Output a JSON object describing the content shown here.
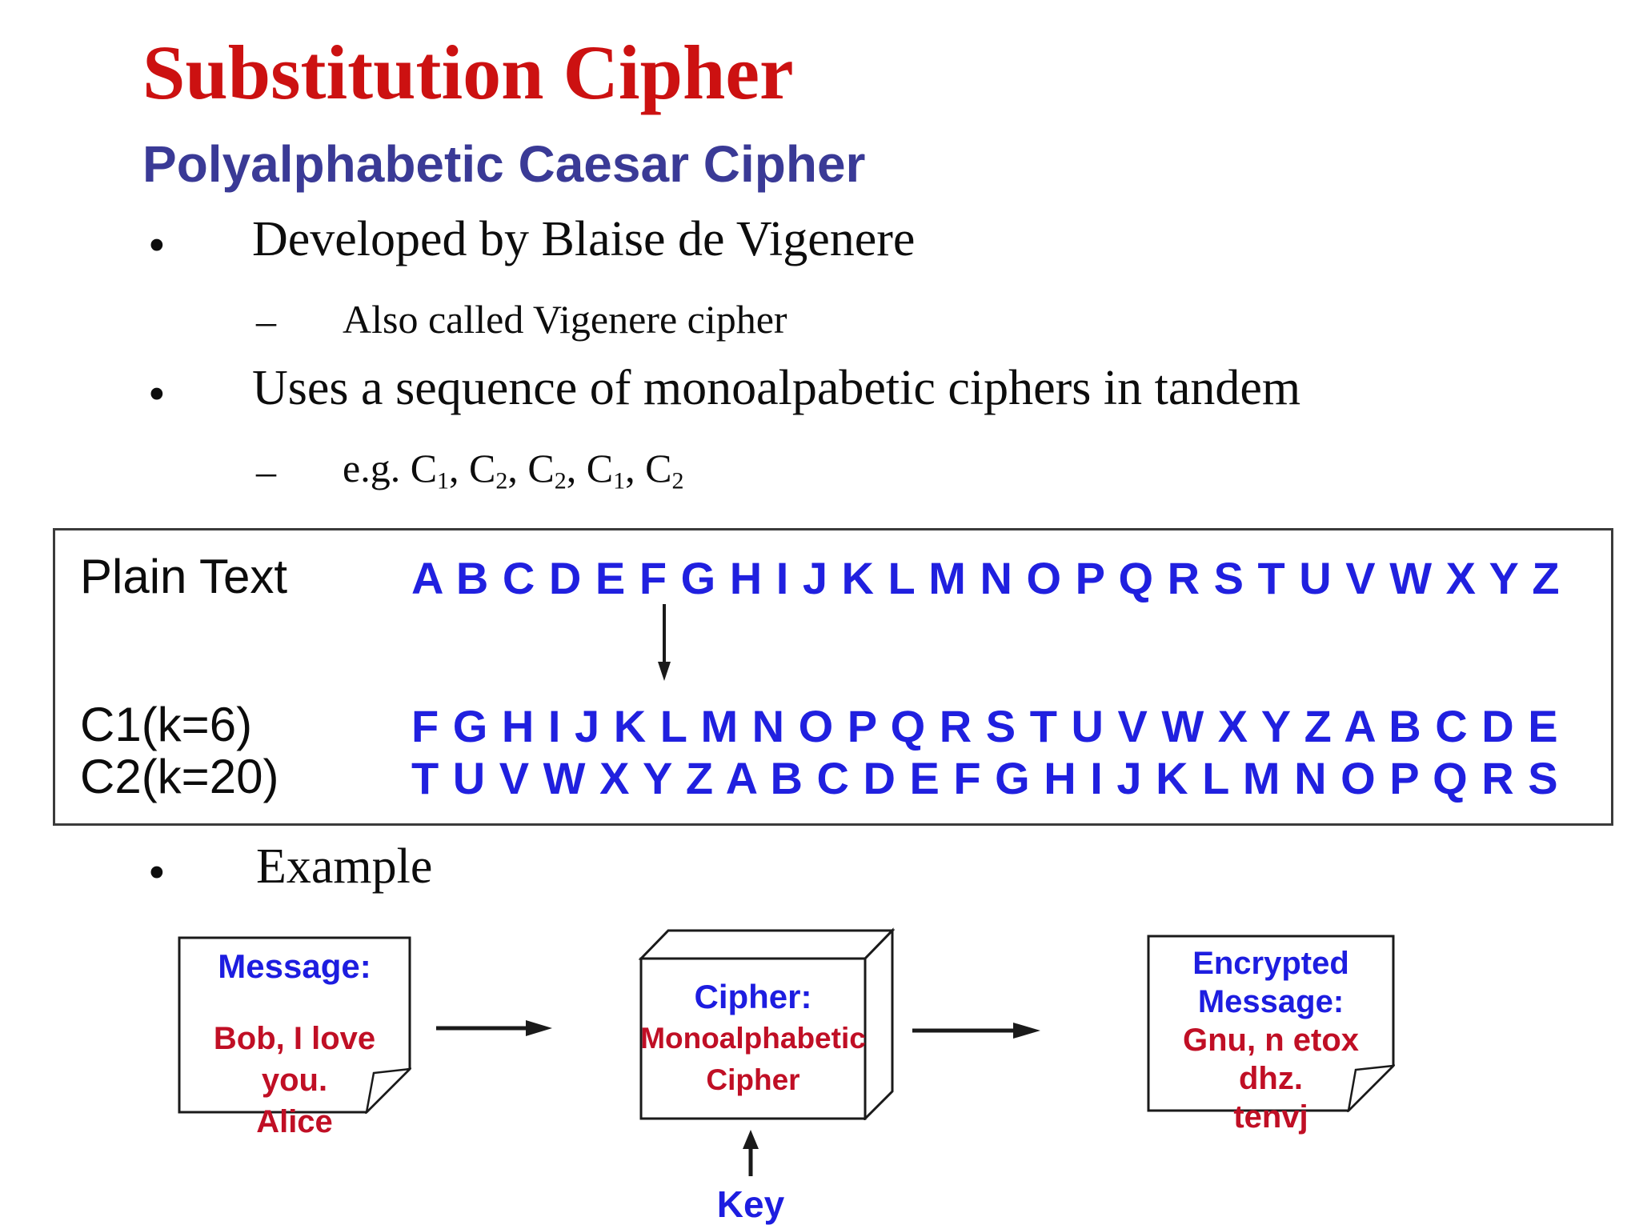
{
  "slide": {
    "title": "Substitution Cipher",
    "subtitle": "Polyalphabetic Caesar Cipher"
  },
  "markers": {
    "bullet": "•",
    "dash": "–"
  },
  "bullets": {
    "b1": "Developed by Blaise de Vigenere",
    "b1_sub": "Also called Vigenere cipher",
    "b2": "Uses a sequence of monoalpabetic ciphers in tandem",
    "b2_sub": {
      "p0": "e.g. C",
      "s0": "1",
      "p1": ", C",
      "s1": "2",
      "p2": ", C",
      "s2": "2",
      "p3": ", C",
      "s3": "1",
      "p4": ", C",
      "s4": "2"
    },
    "b3": "Example"
  },
  "cipher_table": {
    "plain_label": "Plain Text",
    "plain_row": "A B C D E F G H I J K L M N O P Q R S T U V W X Y Z",
    "c1_label": "C1(k=6)",
    "c1_row": "F G H I J K L M N O P Q R S T U V W X Y Z A B C D E",
    "c2_label": "C2(k=20)",
    "c2_row": "T U V W X Y Z A B C D E F G H I J K L M N O P Q R S"
  },
  "example": {
    "message_note": {
      "label": "Message:",
      "line1": "Bob, I love you.",
      "line2": "Alice"
    },
    "cipher_box": {
      "label": "Cipher:",
      "line1": "Monoalphabetic",
      "line2": "Cipher"
    },
    "encrypted_note": {
      "label1": "Encrypted",
      "label2": "Message:",
      "line1": "Gnu, n etox dhz.",
      "line2": "tenvj"
    },
    "key_label": "Key"
  },
  "colors": {
    "title_red": "#CC1111",
    "subtitle_indigo": "#3A3A96",
    "alphabet_blue": "#2020DF",
    "note_blue": "#1D1DE0",
    "note_red": "#C00F25",
    "line_black": "#1a1a1a"
  }
}
